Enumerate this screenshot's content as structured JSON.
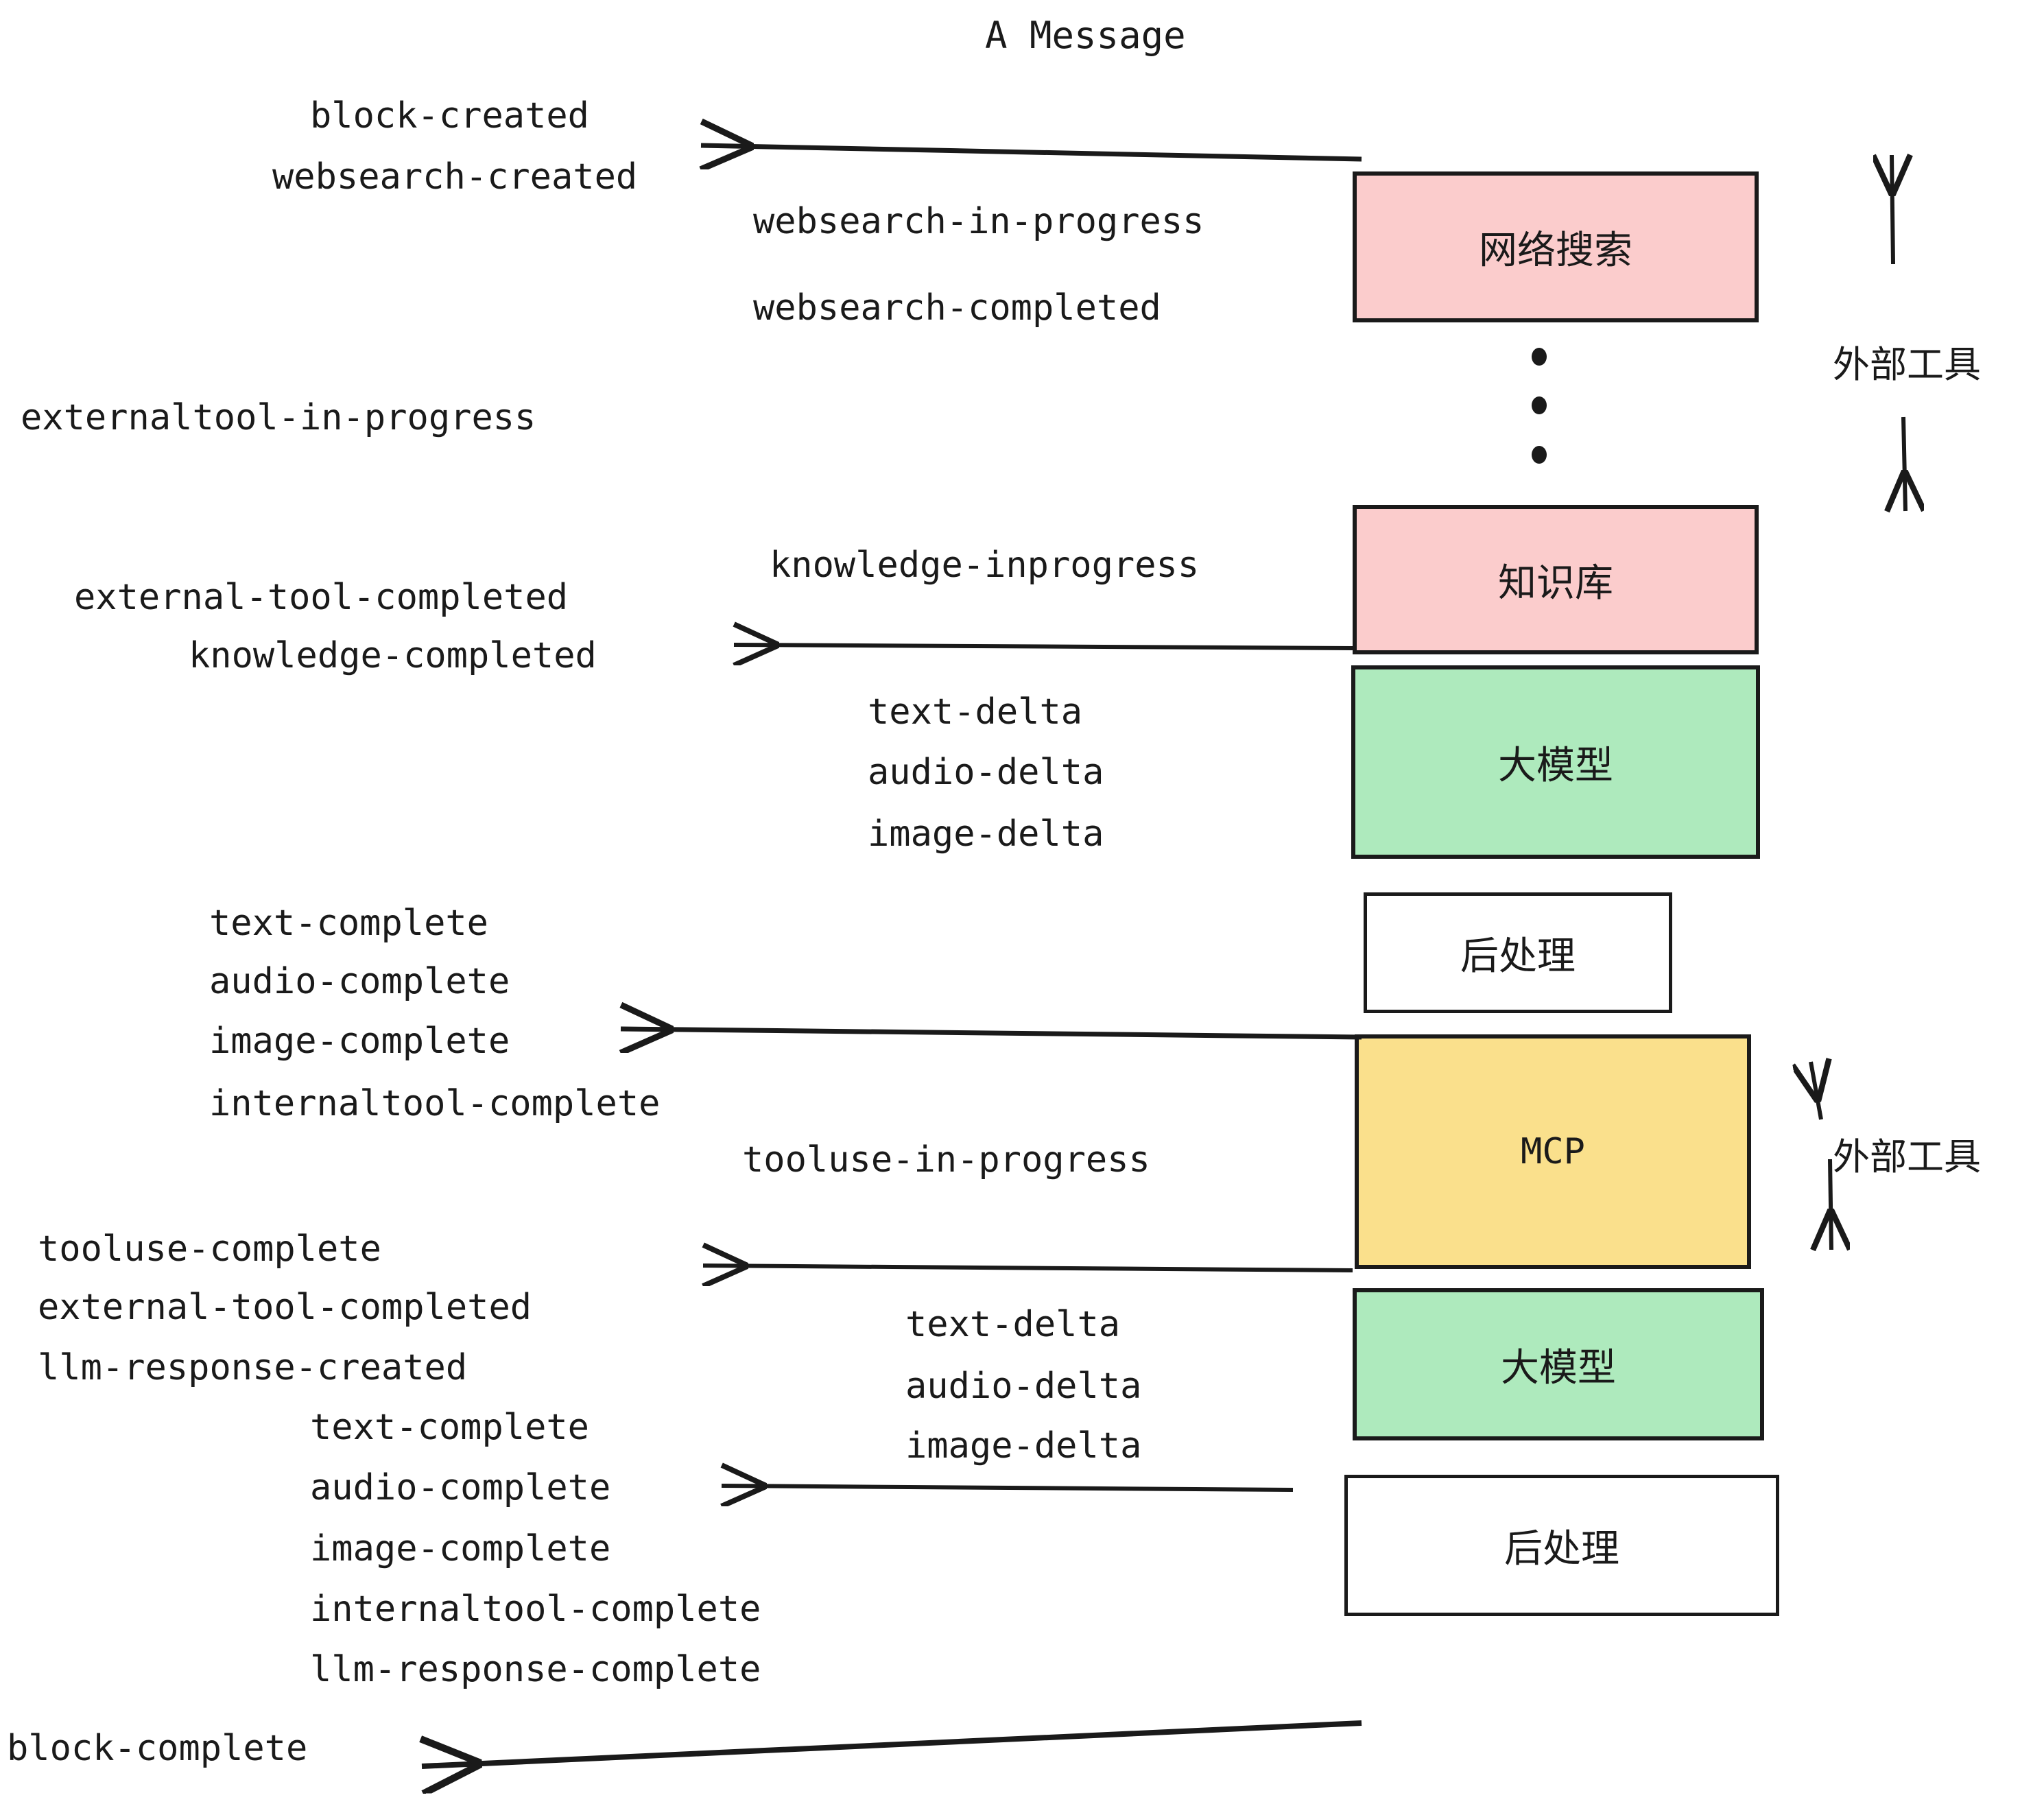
{
  "title": "A Message",
  "colors": {
    "pink": "#fbcccc",
    "green": "#aeeabd",
    "yellow": "#fae08c",
    "white": "#ffffff",
    "stroke": "#1a1a1a"
  },
  "nodes": [
    {
      "id": "websearch",
      "label": "网络搜索",
      "fill": "#fbcccc",
      "kind": "external-tool"
    },
    {
      "id": "knowledge",
      "label": "知识库",
      "fill": "#fbcccc",
      "kind": "external-tool"
    },
    {
      "id": "llm-1",
      "label": "大模型",
      "fill": "#aeeabd",
      "kind": "model"
    },
    {
      "id": "postprocess-1",
      "label": "后处理",
      "fill": "#ffffff",
      "kind": "post-process"
    },
    {
      "id": "mcp",
      "label": "MCP",
      "fill": "#fae08c",
      "kind": "external-tool"
    },
    {
      "id": "llm-2",
      "label": "大模型",
      "fill": "#aeeabd",
      "kind": "model"
    },
    {
      "id": "postprocess-2",
      "label": "后处理",
      "fill": "#ffffff",
      "kind": "post-process"
    }
  ],
  "side_labels": [
    {
      "id": "external-tool-top",
      "text": "外部工具"
    },
    {
      "id": "external-tool-bottom",
      "text": "外部工具"
    }
  ],
  "events": {
    "block_created": "block-created",
    "websearch_created": "websearch-created",
    "websearch_in_progress": "websearch-in-progress",
    "websearch_completed": "websearch-completed",
    "externaltool_in_progress": "externaltool-in-progress",
    "knowledge_inprogress": "knowledge-inprogress",
    "external_tool_completed_1": "external-tool-completed",
    "knowledge_completed": "knowledge-completed",
    "text_delta_1": "text-delta",
    "audio_delta_1": "audio-delta",
    "image_delta_1": "image-delta",
    "text_complete_1": "text-complete",
    "audio_complete_1": "audio-complete",
    "image_complete_1": "image-complete",
    "internaltool_complete_1": "internaltool-complete",
    "tooluse_in_progress": "tooluse-in-progress",
    "tooluse_complete": "tooluse-complete",
    "external_tool_completed_2": "external-tool-completed",
    "llm_response_created": "llm-response-created",
    "text_delta_2": "text-delta",
    "audio_delta_2": "audio-delta",
    "image_delta_2": "image-delta",
    "text_complete_2": "text-complete",
    "audio_complete_2": "audio-complete",
    "image_complete_2": "image-complete",
    "internaltool_complete_2": "internaltool-complete",
    "llm_response_complete": "llm-response-complete",
    "block_complete": "block-complete"
  },
  "ellipsis": {
    "dots": 3
  }
}
